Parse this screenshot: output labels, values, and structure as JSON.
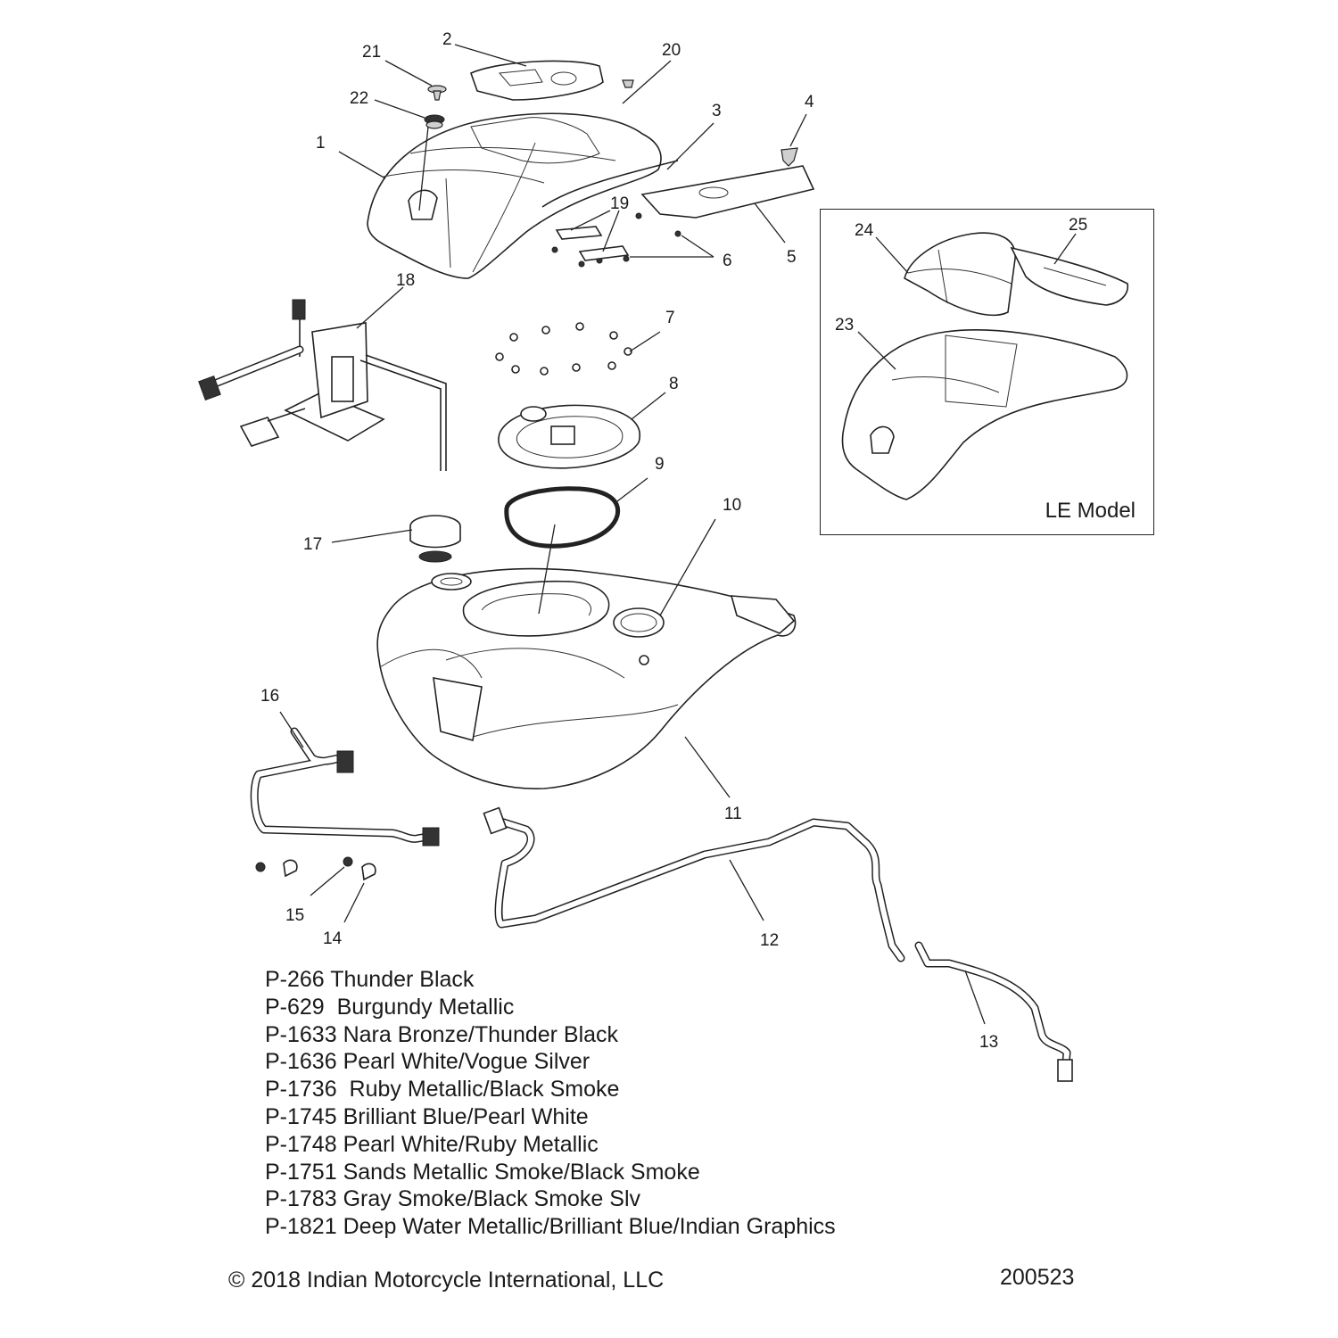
{
  "callouts": [
    "1",
    "2",
    "3",
    "4",
    "5",
    "6",
    "7",
    "8",
    "9",
    "10",
    "11",
    "12",
    "13",
    "14",
    "15",
    "16",
    "17",
    "18",
    "19",
    "20",
    "21",
    "22",
    "23",
    "24",
    "25"
  ],
  "inset": {
    "label": "LE Model"
  },
  "paint_codes": [
    {
      "code": "P-266",
      "name": "Thunder Black"
    },
    {
      "code": "P-629",
      "name": " Burgundy Metallic"
    },
    {
      "code": "P-1633",
      "name": "Nara Bronze/Thunder Black"
    },
    {
      "code": "P-1636",
      "name": "Pearl White/Vogue Silver"
    },
    {
      "code": "P-1736",
      "name": " Ruby Metallic/Black Smoke"
    },
    {
      "code": "P-1745",
      "name": "Brilliant Blue/Pearl White"
    },
    {
      "code": "P-1748",
      "name": "Pearl White/Ruby Metallic"
    },
    {
      "code": "P-1751",
      "name": "Sands Metallic Smoke/Black Smoke"
    },
    {
      "code": "P-1783",
      "name": "Gray Smoke/Black Smoke Slv"
    },
    {
      "code": "P-1821",
      "name": "Deep Water Metallic/Brilliant Blue/Indian Graphics"
    }
  ],
  "footer": {
    "copyright": "© 2018 Indian Motorcycle International, LLC",
    "drawing_number": "200523"
  }
}
